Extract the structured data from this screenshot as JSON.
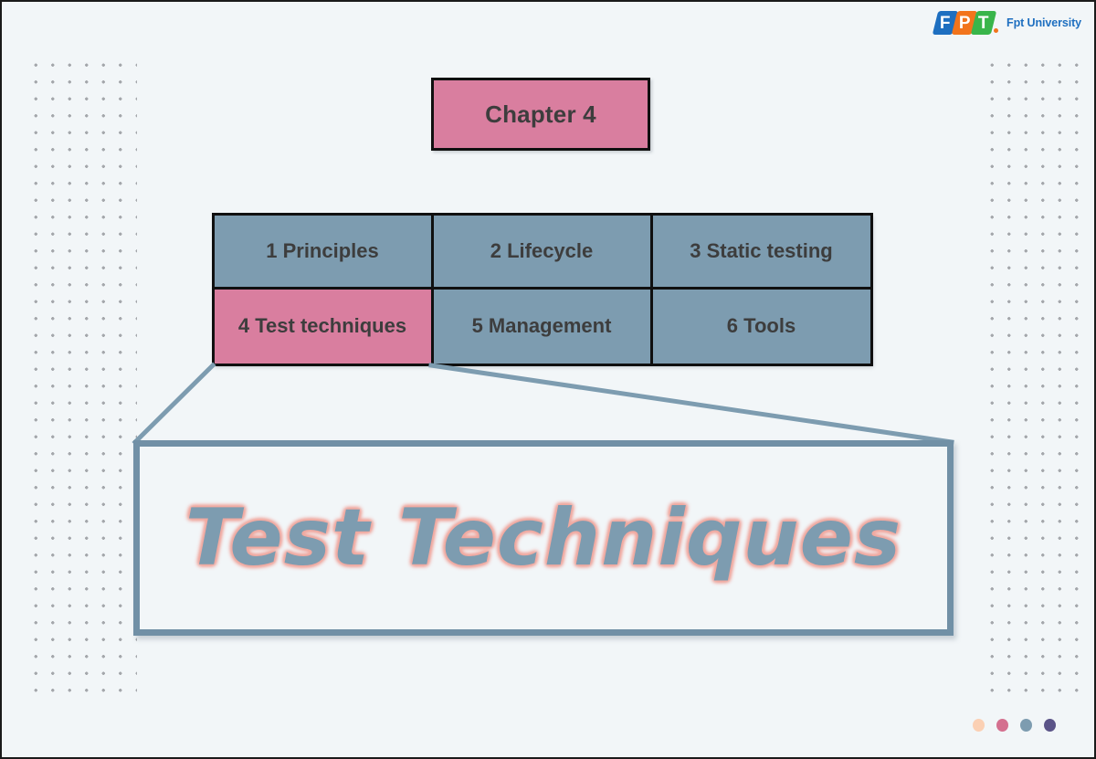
{
  "slide": {
    "background_color": "#f2f6f8",
    "border_color": "#1b1b1b"
  },
  "logo": {
    "letters": [
      "F",
      "P",
      "T"
    ],
    "letter_colors": [
      "#1e6fc0",
      "#f2741c",
      "#39b54a"
    ],
    "text": "Fpt University",
    "text_color": "#1e6fc0"
  },
  "chapter": {
    "label": "Chapter 4",
    "fill_color": "#d97e9f",
    "border_color": "#101010",
    "text_color": "#3d3d3d"
  },
  "topics": {
    "default_fill": "#7d9cb0",
    "active_fill": "#d97e9f",
    "border_color": "#101010",
    "text_color": "#3d3d3d",
    "items": [
      {
        "label": "1 Principles",
        "active": false
      },
      {
        "label": "2 Lifecycle",
        "active": false
      },
      {
        "label": "3 Static testing",
        "active": false
      },
      {
        "label": "4 Test techniques",
        "active": true
      },
      {
        "label": "5 Management",
        "active": false
      },
      {
        "label": "6 Tools",
        "active": false
      }
    ]
  },
  "connector": {
    "stroke_color": "#7d9cb0",
    "stroke_width": 5
  },
  "title": {
    "text": "Test Techniques",
    "fill_color": "#7d9cb0",
    "glow_color": "#f0a9a0",
    "box_border_color": "#7190a6"
  },
  "progress_dots": {
    "colors": [
      "#fbd0b4",
      "#d4708f",
      "#7d9cb0",
      "#5b5488"
    ]
  },
  "decoration": {
    "dot_color": "#a0a3a7"
  }
}
